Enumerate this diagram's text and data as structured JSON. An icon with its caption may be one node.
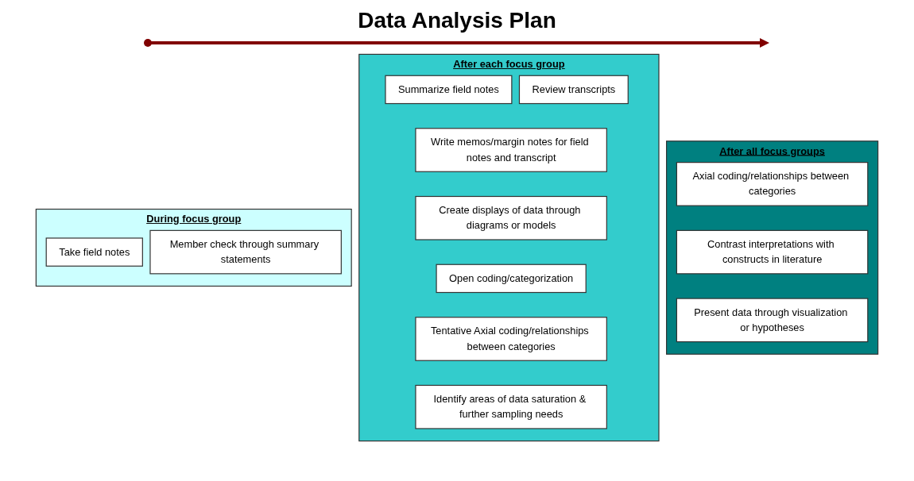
{
  "diagram": {
    "title": "Data Analysis Plan",
    "nodes": [
      {
        "text": [
          "During focus group"
        ]
      },
      {
        "text": [
          "Take field notes"
        ],
        "in": 0
      },
      {
        "text": [
          "Member check through summary statements"
        ],
        "in": 0
      },
      {
        "text": [
          "After each focus group"
        ]
      },
      {
        "text": [
          "Summarize field notes"
        ],
        "in": 3
      },
      {
        "text": [
          "Review transcripts"
        ],
        "in": 3
      },
      {
        "text": [
          "Write memos/margin notes for field notes and transcript"
        ],
        "in": 3
      },
      {
        "text": [
          "Create displays of data through diagrams or models"
        ],
        "in": 3
      },
      {
        "text": [
          "Open coding/categorization"
        ],
        "in": 3
      },
      {
        "text": [
          "Tentative Axial coding/relationships between categories"
        ],
        "in": 3
      },
      {
        "text": [
          "Identify areas of data saturation & further sampling needs"
        ],
        "in": 3
      },
      {
        "text": [
          "After all focus groups"
        ]
      },
      {
        "text": [
          "Axial coding/relationships between categories"
        ],
        "in": 11
      },
      {
        "text": [
          "Contrast interpretations with constructs in literature"
        ],
        "in": 11
      },
      {
        "text": [
          "Present data through visualization or hypotheses"
        ],
        "in": 11
      }
    ]
  }
}
